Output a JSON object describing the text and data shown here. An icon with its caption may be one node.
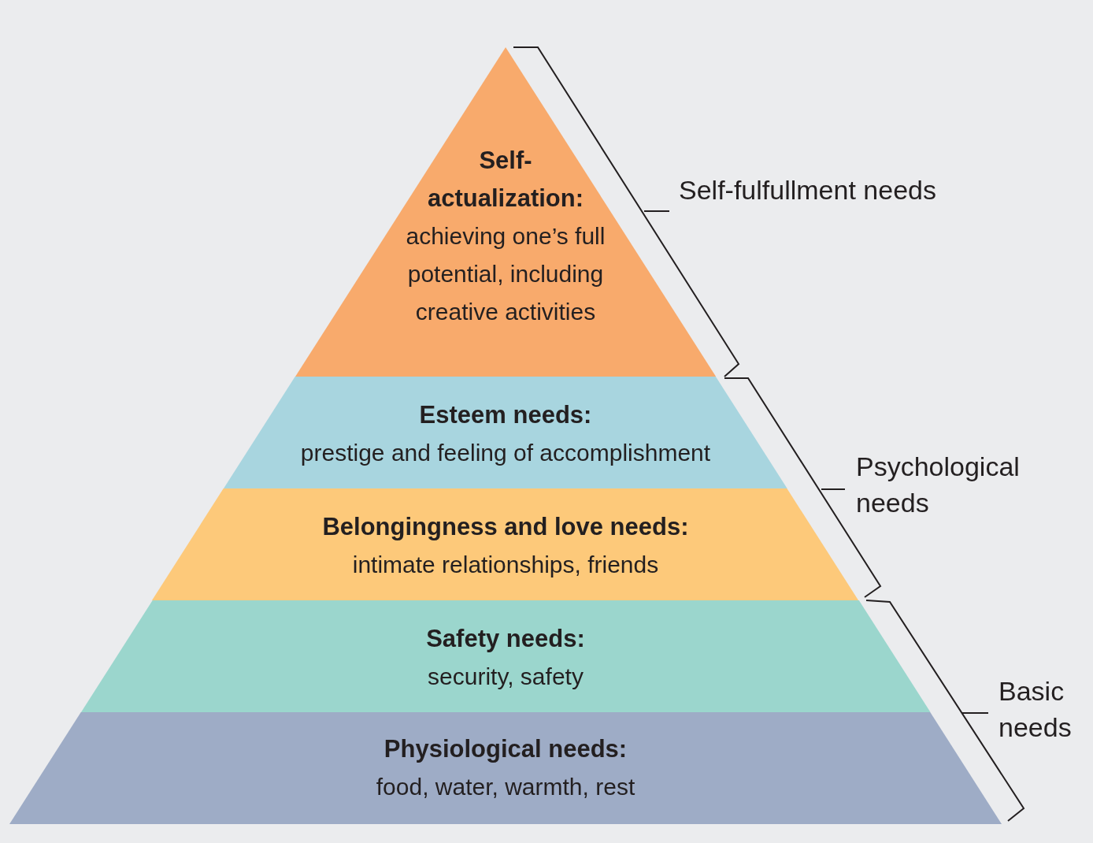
{
  "diagram": {
    "nodes": [
      {
        "text": [
          "Self-actualization:",
          "achieving one’s full potential, including creative activities"
        ]
      },
      {
        "text": [
          "Esteem needs:",
          "prestige and feeling of accomplishment"
        ]
      },
      {
        "text": [
          "Belongingness and love needs:",
          "intimate relationships, friends"
        ]
      },
      {
        "text": [
          "Safety needs:",
          "security, safety"
        ]
      },
      {
        "text": [
          "Physiological needs:",
          "food, water, warmth, rest"
        ]
      }
    ],
    "labels": [
      "Self-fulfullment needs",
      "Psychological needs",
      "Basic needs"
    ]
  }
}
